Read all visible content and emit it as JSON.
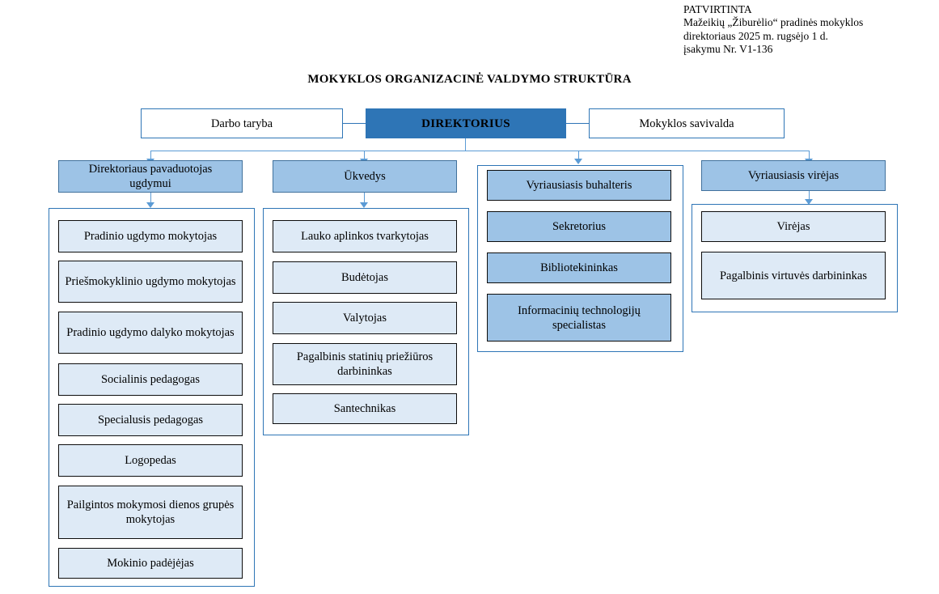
{
  "approval": {
    "lines": [
      "PATVIRTINTA",
      "Mažeikių „Žiburėlio“ pradinės mokyklos",
      "direktoriaus 2025 m. rugsėjo 1 d.",
      "įsakymu Nr. V1-136"
    ]
  },
  "title": "MOKYKLOS ORGANIZACINĖ VALDYMO STRUKTŪRA",
  "top_level": {
    "left": "Darbo taryba",
    "center": "DIREKTORIUS",
    "right": "Mokyklos savivalda"
  },
  "columns": [
    {
      "id": "deputy",
      "header": "Direktoriaus pavaduotojas",
      "header_second_line": "ugdymui",
      "items": [
        "Pradinio ugdymo mokytojas",
        "Priešmokyklinio ugdymo mokytojas",
        "Pradinio ugdymo dalyko mokytojas",
        "Socialinis pedagogas",
        "Specialusis pedagogas",
        "Logopedas",
        "Pailgintos mokymosi dienos grupės mokytojas",
        "Mokinio padėjėjas"
      ]
    },
    {
      "id": "maintenance",
      "header": "Ūkvedys",
      "items": [
        "Lauko aplinkos tvarkytojas",
        "Budėtojas",
        "Valytojas",
        "Pagalbinis statinių priežiūros darbininkas",
        "Santechnikas"
      ]
    },
    {
      "id": "administration",
      "header": "",
      "items": [
        "Vyriausiasis buhalteris",
        "Sekretorius",
        "Bibliotekininkas",
        "Informacinių technologijų specialistas"
      ]
    },
    {
      "id": "kitchen",
      "header": "Vyriausiasis virėjas",
      "items": [
        "Virėjas",
        "Pagalbinis virtuvės darbininkas"
      ]
    }
  ],
  "colors": {
    "director_fill": "#2E75B6",
    "level2_fill": "#9DC3E6",
    "leaf_fill": "#DEEAF6",
    "line": "#2E75B6",
    "arrow": "#5B9BD5"
  }
}
